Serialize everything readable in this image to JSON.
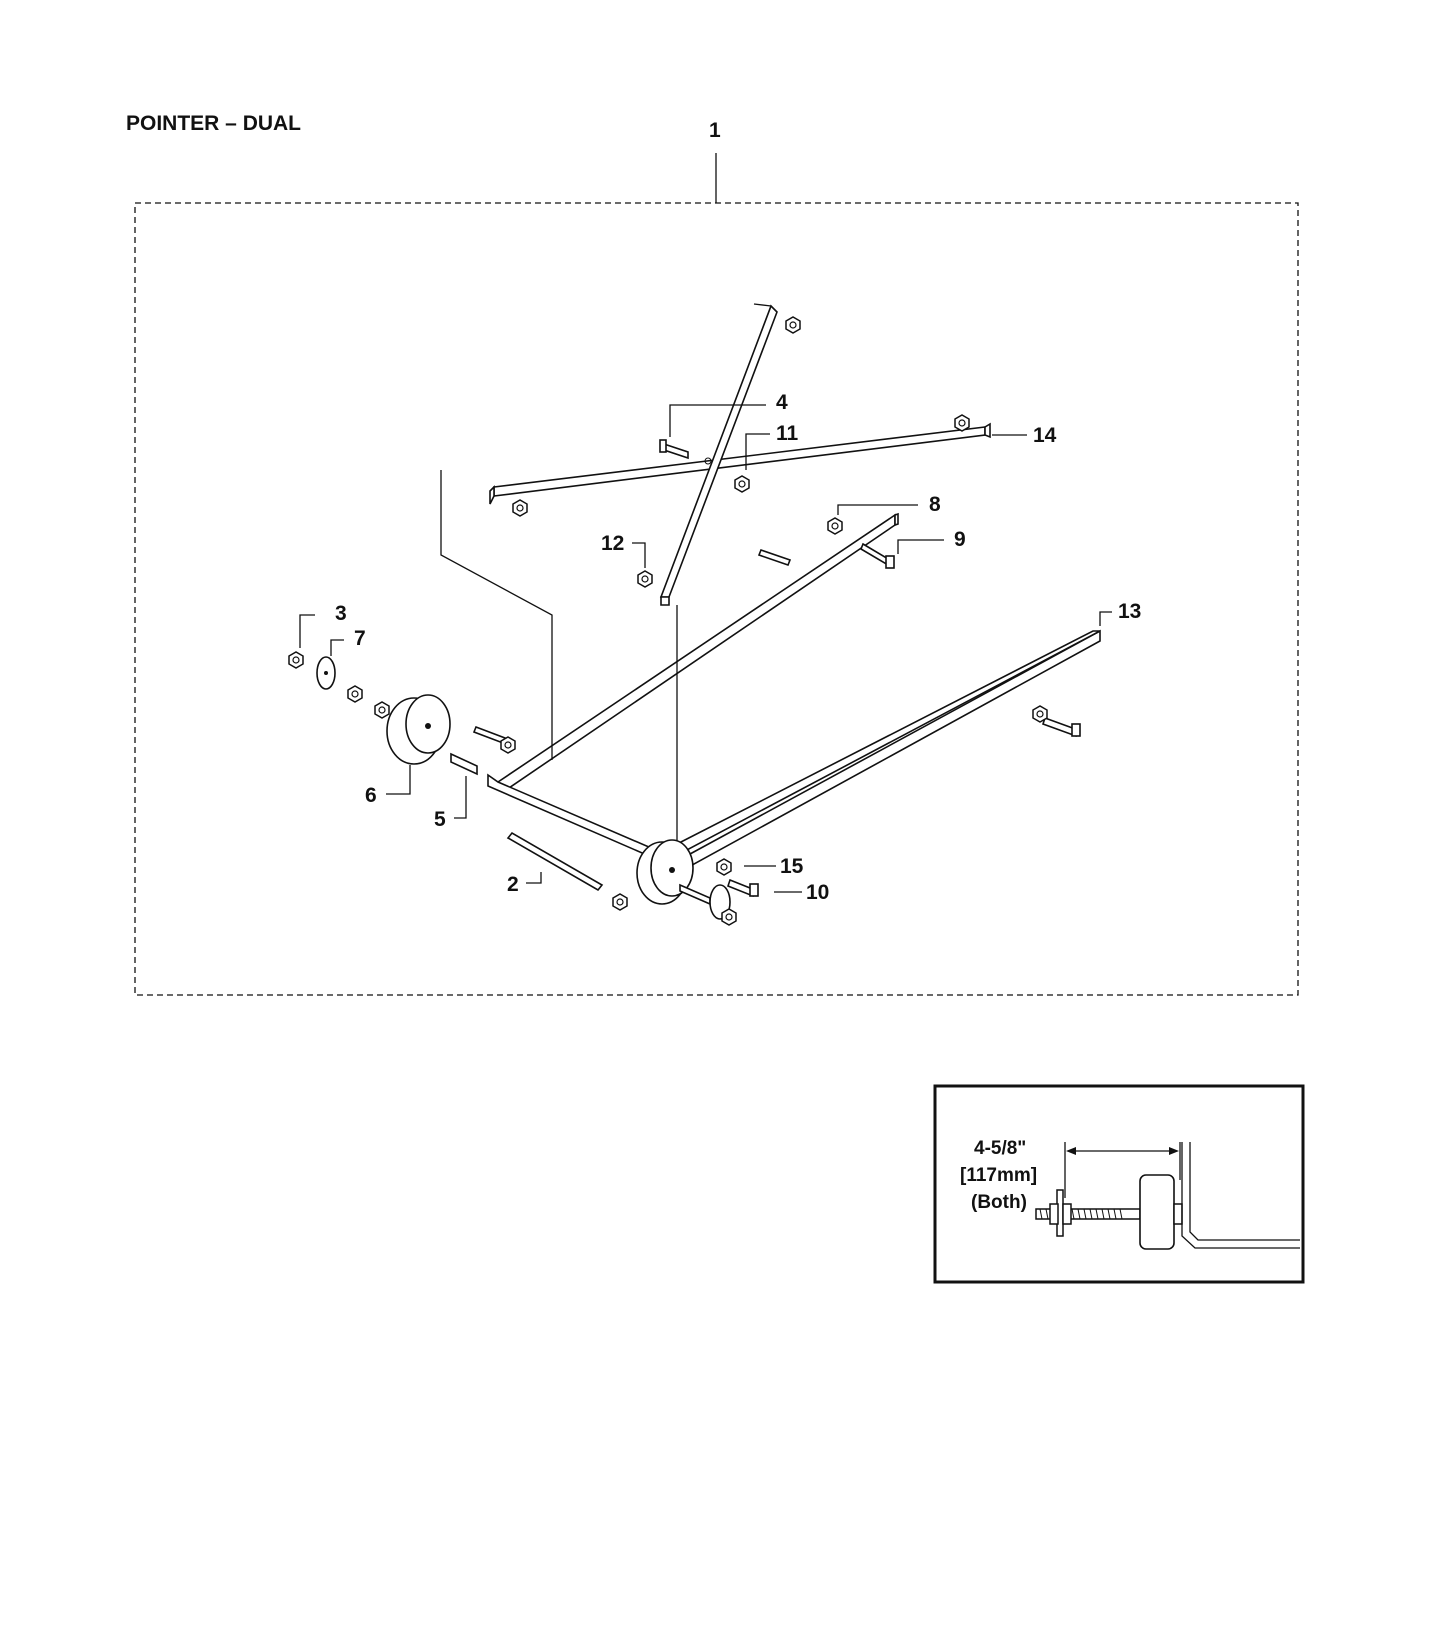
{
  "title": "POINTER – DUAL",
  "callouts": {
    "c1": "1",
    "c2": "2",
    "c3": "3",
    "c4": "4",
    "c5": "5",
    "c6": "6",
    "c7": "7",
    "c8": "8",
    "c9": "9",
    "c10": "10",
    "c11": "11",
    "c12": "12",
    "c13": "13",
    "c14": "14",
    "c15": "15"
  },
  "inset": {
    "dimension_in": "4-5/8\"",
    "dimension_mm": "[117mm]",
    "note": "(Both)"
  }
}
